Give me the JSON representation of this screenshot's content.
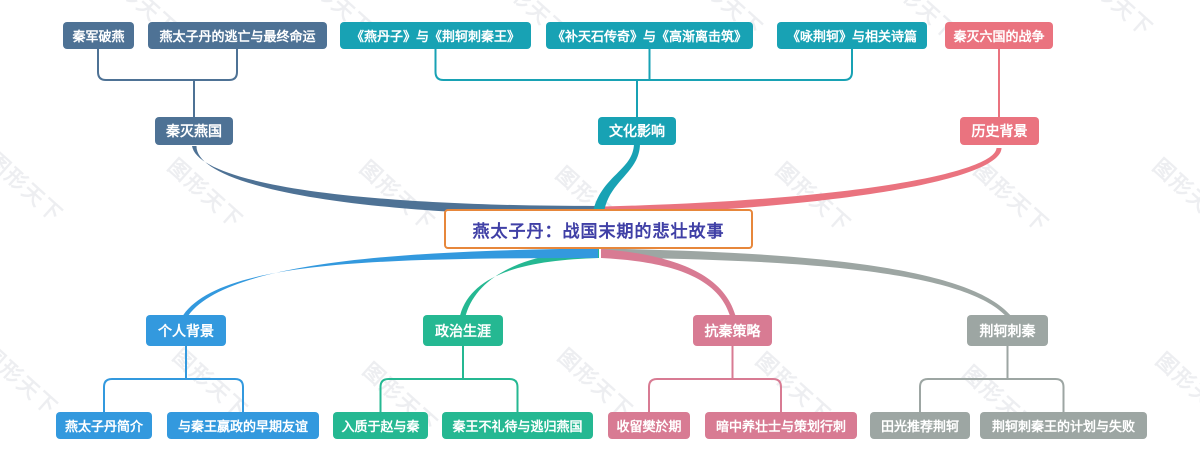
{
  "central": {
    "label": "燕太子丹：战国末期的悲壮故事",
    "border_color": "#e7873b",
    "text_color": "#4040a6"
  },
  "watermark": "图形天下",
  "colors": {
    "qin_destroys_yan": "#4e7295",
    "cultural_influence": "#18a2b4",
    "historical_background": "#ea737f",
    "personal_background": "#3399de",
    "political_career": "#25b892",
    "anti_qin_strategy": "#d87b93",
    "jingke_assassination": "#9da6a3"
  },
  "branches": [
    {
      "label": "秦灭燕国",
      "color": "#4e7295",
      "side": "top-left",
      "children": [
        {
          "label": "秦军破燕"
        },
        {
          "label": "燕太子丹的逃亡与最终命运"
        }
      ]
    },
    {
      "label": "文化影响",
      "color": "#18a2b4",
      "side": "top-center",
      "children": [
        {
          "label": "《燕丹子》与《荆轲刺秦王》"
        },
        {
          "label": "《补天石传奇》与《高渐离击筑》"
        },
        {
          "label": "《咏荆轲》与相关诗篇"
        }
      ]
    },
    {
      "label": "历史背景",
      "color": "#ea737f",
      "side": "top-right",
      "children": [
        {
          "label": "秦灭六国的战争"
        }
      ]
    },
    {
      "label": "个人背景",
      "color": "#3399de",
      "side": "bottom-left",
      "children": [
        {
          "label": "燕太子丹简介"
        },
        {
          "label": "与秦王嬴政的早期友谊"
        }
      ]
    },
    {
      "label": "政治生涯",
      "color": "#25b892",
      "side": "bottom-center-left",
      "children": [
        {
          "label": "入质于赵与秦"
        },
        {
          "label": "秦王不礼待与逃归燕国"
        }
      ]
    },
    {
      "label": "抗秦策略",
      "color": "#d87b93",
      "side": "bottom-center-right",
      "children": [
        {
          "label": "收留樊於期"
        },
        {
          "label": "暗中养壮士与策划行刺"
        }
      ]
    },
    {
      "label": "荆轲刺秦",
      "color": "#9da6a3",
      "side": "bottom-right",
      "children": [
        {
          "label": "田光推荐荆轲"
        },
        {
          "label": "荆轲刺秦王的计划与失败"
        }
      ]
    }
  ]
}
